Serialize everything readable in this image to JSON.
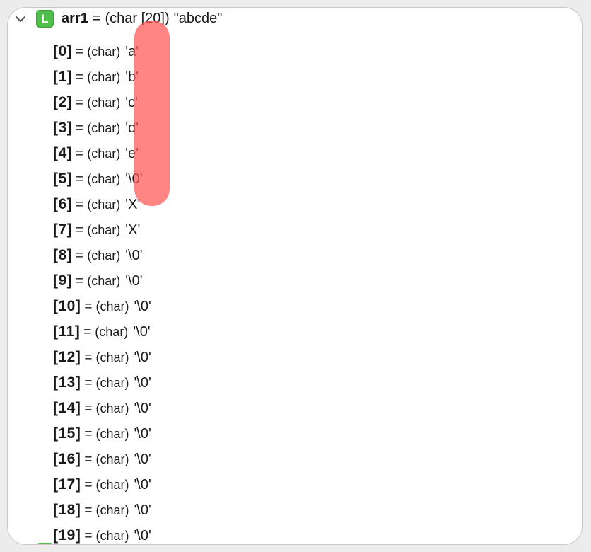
{
  "variable": {
    "badge": "L",
    "name": "arr1",
    "equals": "=",
    "type": "(char [20])",
    "value": "\"abcde\""
  },
  "elements": [
    {
      "index": "[0]",
      "equals": "=",
      "type": "(char)",
      "value": "'a'"
    },
    {
      "index": "[1]",
      "equals": "=",
      "type": "(char)",
      "value": "'b'"
    },
    {
      "index": "[2]",
      "equals": "=",
      "type": "(char)",
      "value": "'c'"
    },
    {
      "index": "[3]",
      "equals": "=",
      "type": "(char)",
      "value": "'d'"
    },
    {
      "index": "[4]",
      "equals": "=",
      "type": "(char)",
      "value": "'e'"
    },
    {
      "index": "[5]",
      "equals": "=",
      "type": "(char)",
      "value": "'\\0'"
    },
    {
      "index": "[6]",
      "equals": "=",
      "type": "(char)",
      "value": "'X'"
    },
    {
      "index": "[7]",
      "equals": "=",
      "type": "(char)",
      "value": "'X'"
    },
    {
      "index": "[8]",
      "equals": "=",
      "type": "(char)",
      "value": "'\\0'"
    },
    {
      "index": "[9]",
      "equals": "=",
      "type": "(char)",
      "value": "'\\0'"
    },
    {
      "index": "[10]",
      "equals": "=",
      "type": "(char)",
      "value": "'\\0'"
    },
    {
      "index": "[11]",
      "equals": "=",
      "type": "(char)",
      "value": "'\\0'"
    },
    {
      "index": "[12]",
      "equals": "=",
      "type": "(char)",
      "value": "'\\0'"
    },
    {
      "index": "[13]",
      "equals": "=",
      "type": "(char)",
      "value": "'\\0'"
    },
    {
      "index": "[14]",
      "equals": "=",
      "type": "(char)",
      "value": "'\\0'"
    },
    {
      "index": "[15]",
      "equals": "=",
      "type": "(char)",
      "value": "'\\0'"
    },
    {
      "index": "[16]",
      "equals": "=",
      "type": "(char)",
      "value": "'\\0'"
    },
    {
      "index": "[17]",
      "equals": "=",
      "type": "(char)",
      "value": "'\\0'"
    },
    {
      "index": "[18]",
      "equals": "=",
      "type": "(char)",
      "value": "'\\0'"
    },
    {
      "index": "[19]",
      "equals": "=",
      "type": "(char)",
      "value": "'\\0'"
    }
  ],
  "icons": {
    "expand": "chevron-down-icon",
    "variable_kind": "local-variable-badge"
  },
  "colors": {
    "badge": "#4fbe4a",
    "highlight": "#ff5555",
    "text": "#1a1a1a"
  }
}
